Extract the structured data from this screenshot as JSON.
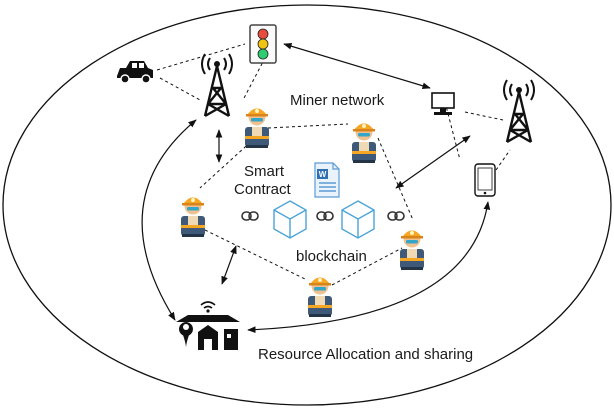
{
  "labels": {
    "miner_network": "Miner network",
    "smart_contract_line1": "Smart",
    "smart_contract_line2": "Contract",
    "blockchain": "blockchain",
    "resource_allocation": "Resource Allocation and sharing",
    "doc_icon_letter": "W"
  },
  "icons": [
    "car-icon",
    "traffic-light-icon",
    "cell-tower-icon",
    "computer-icon",
    "tablet-icon",
    "miner-icon",
    "document-icon",
    "blockchain-cube-icon",
    "chain-link-icon",
    "smart-home-icon",
    "wifi-icon",
    "location-pin-icon"
  ],
  "colors": {
    "cube": "#4aa3d8",
    "miner_suit": "#3e5a78",
    "miner_helmet": "#f5a623",
    "traffic_red": "#e74c3c",
    "traffic_yellow": "#f1c40f",
    "traffic_green": "#2ecc71",
    "doc": "#5b9bd5"
  }
}
